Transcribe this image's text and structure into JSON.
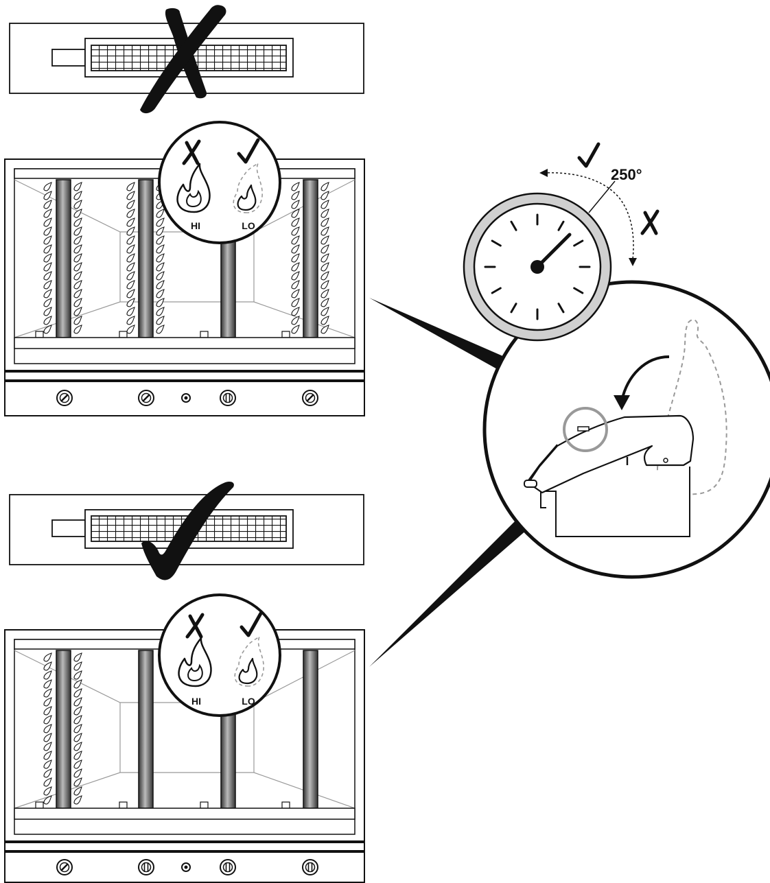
{
  "thermometer": {
    "temperature": "250°"
  },
  "grill_top": {
    "flame_labels": {
      "hi": "HI",
      "lo": "LO"
    }
  },
  "grill_bottom": {
    "flame_labels": {
      "hi": "HI",
      "lo": "LO"
    }
  },
  "icons": {
    "wrong": "x-mark-icon",
    "right": "check-mark-icon",
    "flame": "flame-icon",
    "thermometer": "thermometer-icon",
    "lid": "grill-lid-icon"
  }
}
